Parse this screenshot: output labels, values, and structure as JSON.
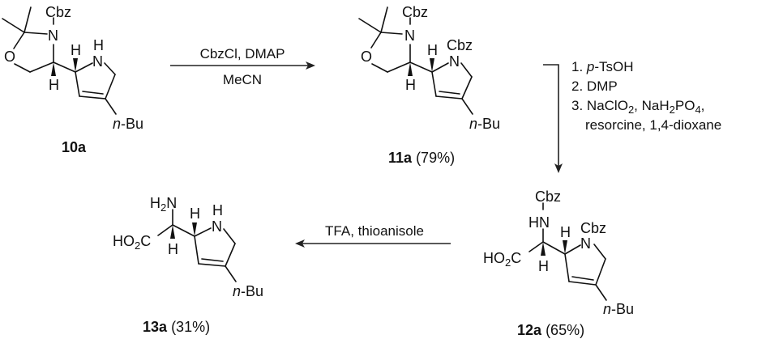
{
  "scheme": {
    "compounds": [
      {
        "id": "10a",
        "label": "10a",
        "yield": "",
        "atoms": {
          "cbz": "Cbz",
          "n": "N",
          "o": "O",
          "h_c4": "H",
          "h_c2p": "H",
          "nh": "N",
          "h_n": "H",
          "nbu_n": "n",
          "nbu_rest": "-Bu"
        }
      },
      {
        "id": "11a",
        "label": "11a",
        "yield": "(79%)",
        "atoms": {
          "cbz": "Cbz",
          "n": "N",
          "o": "O",
          "h_c4": "H",
          "h_c2p": "H",
          "n_ring": "N",
          "cbz_ring": "Cbz",
          "nbu_n": "n",
          "nbu_rest": "-Bu"
        }
      },
      {
        "id": "12a",
        "label": "12a",
        "yield": "(65%)",
        "atoms": {
          "cbz_top": "Cbz",
          "hn": "HN",
          "ho2c_a": "HO",
          "ho2c_sub": "2",
          "ho2c_b": "C",
          "h_ca": "H",
          "h_c2p": "H",
          "n_ring": "N",
          "cbz_ring": "Cbz",
          "nbu_n": "n",
          "nbu_rest": "-Bu"
        }
      },
      {
        "id": "13a",
        "label": "13a",
        "yield": "(31%)",
        "atoms": {
          "h2n_a": "H",
          "h2n_sub": "2",
          "h2n_b": "N",
          "ho2c_a": "HO",
          "ho2c_sub": "2",
          "ho2c_b": "C",
          "h_ca": "H",
          "h_c2p": "H",
          "n_ring": "N",
          "h_n": "H",
          "nbu_n": "n",
          "nbu_rest": "-Bu"
        }
      }
    ],
    "steps": [
      {
        "from": "10a",
        "to": "11a",
        "direction": "right",
        "reagents_above": "CbzCl, DMAP",
        "reagents_below": "MeCN"
      },
      {
        "from": "11a",
        "to": "12a",
        "direction": "down",
        "conditions": [
          {
            "num": "1.",
            "parts": [
              {
                "t": "p",
                "style": "italic"
              },
              {
                "t": "-TsOH"
              }
            ]
          },
          {
            "num": "2.",
            "parts": [
              {
                "t": "DMP"
              }
            ]
          },
          {
            "num": "3.",
            "parts": [
              {
                "t": "NaClO"
              },
              {
                "t": "2",
                "style": "sub"
              },
              {
                "t": ", NaH"
              },
              {
                "t": "2",
                "style": "sub"
              },
              {
                "t": "PO"
              },
              {
                "t": "4",
                "style": "sub"
              },
              {
                "t": ","
              }
            ]
          },
          {
            "num": "",
            "parts": [
              {
                "t": "resorcine, 1,4-dioxane"
              }
            ]
          }
        ]
      },
      {
        "from": "12a",
        "to": "13a",
        "direction": "left",
        "reagents_above": "TFA, thioanisole",
        "reagents_below": ""
      }
    ]
  }
}
